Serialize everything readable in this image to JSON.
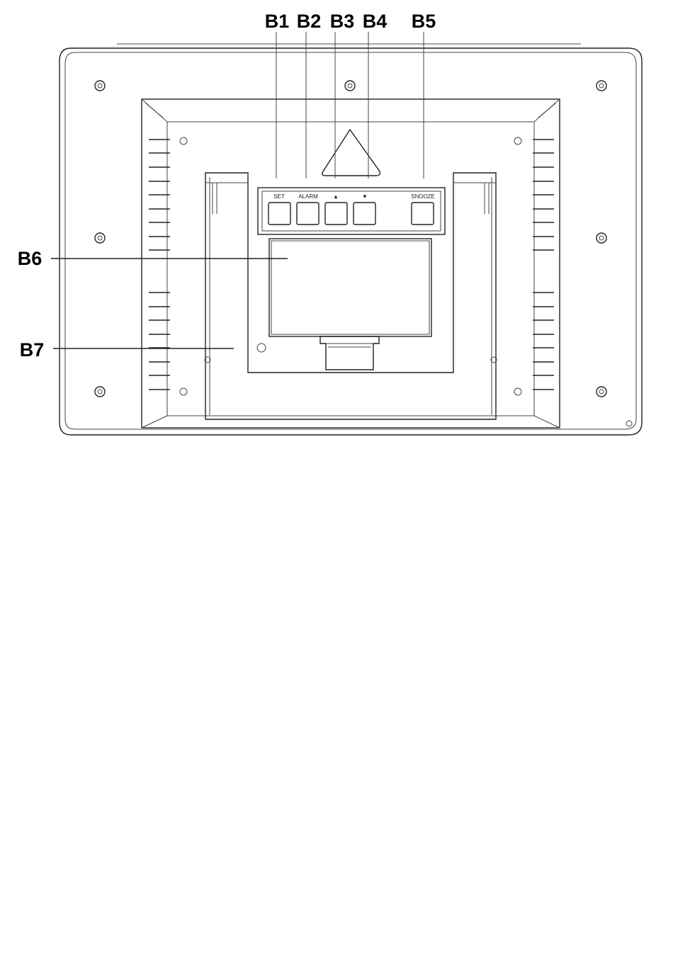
{
  "callouts": {
    "b1": "B1",
    "b2": "B2",
    "b3": "B3",
    "b4": "B4",
    "b5": "B5",
    "b6": "B6",
    "b7": "B7"
  },
  "buttons": {
    "set": "SET",
    "alarm": "ALARM",
    "up": "▲",
    "down": "▼",
    "snooze": "SNOOZE"
  }
}
